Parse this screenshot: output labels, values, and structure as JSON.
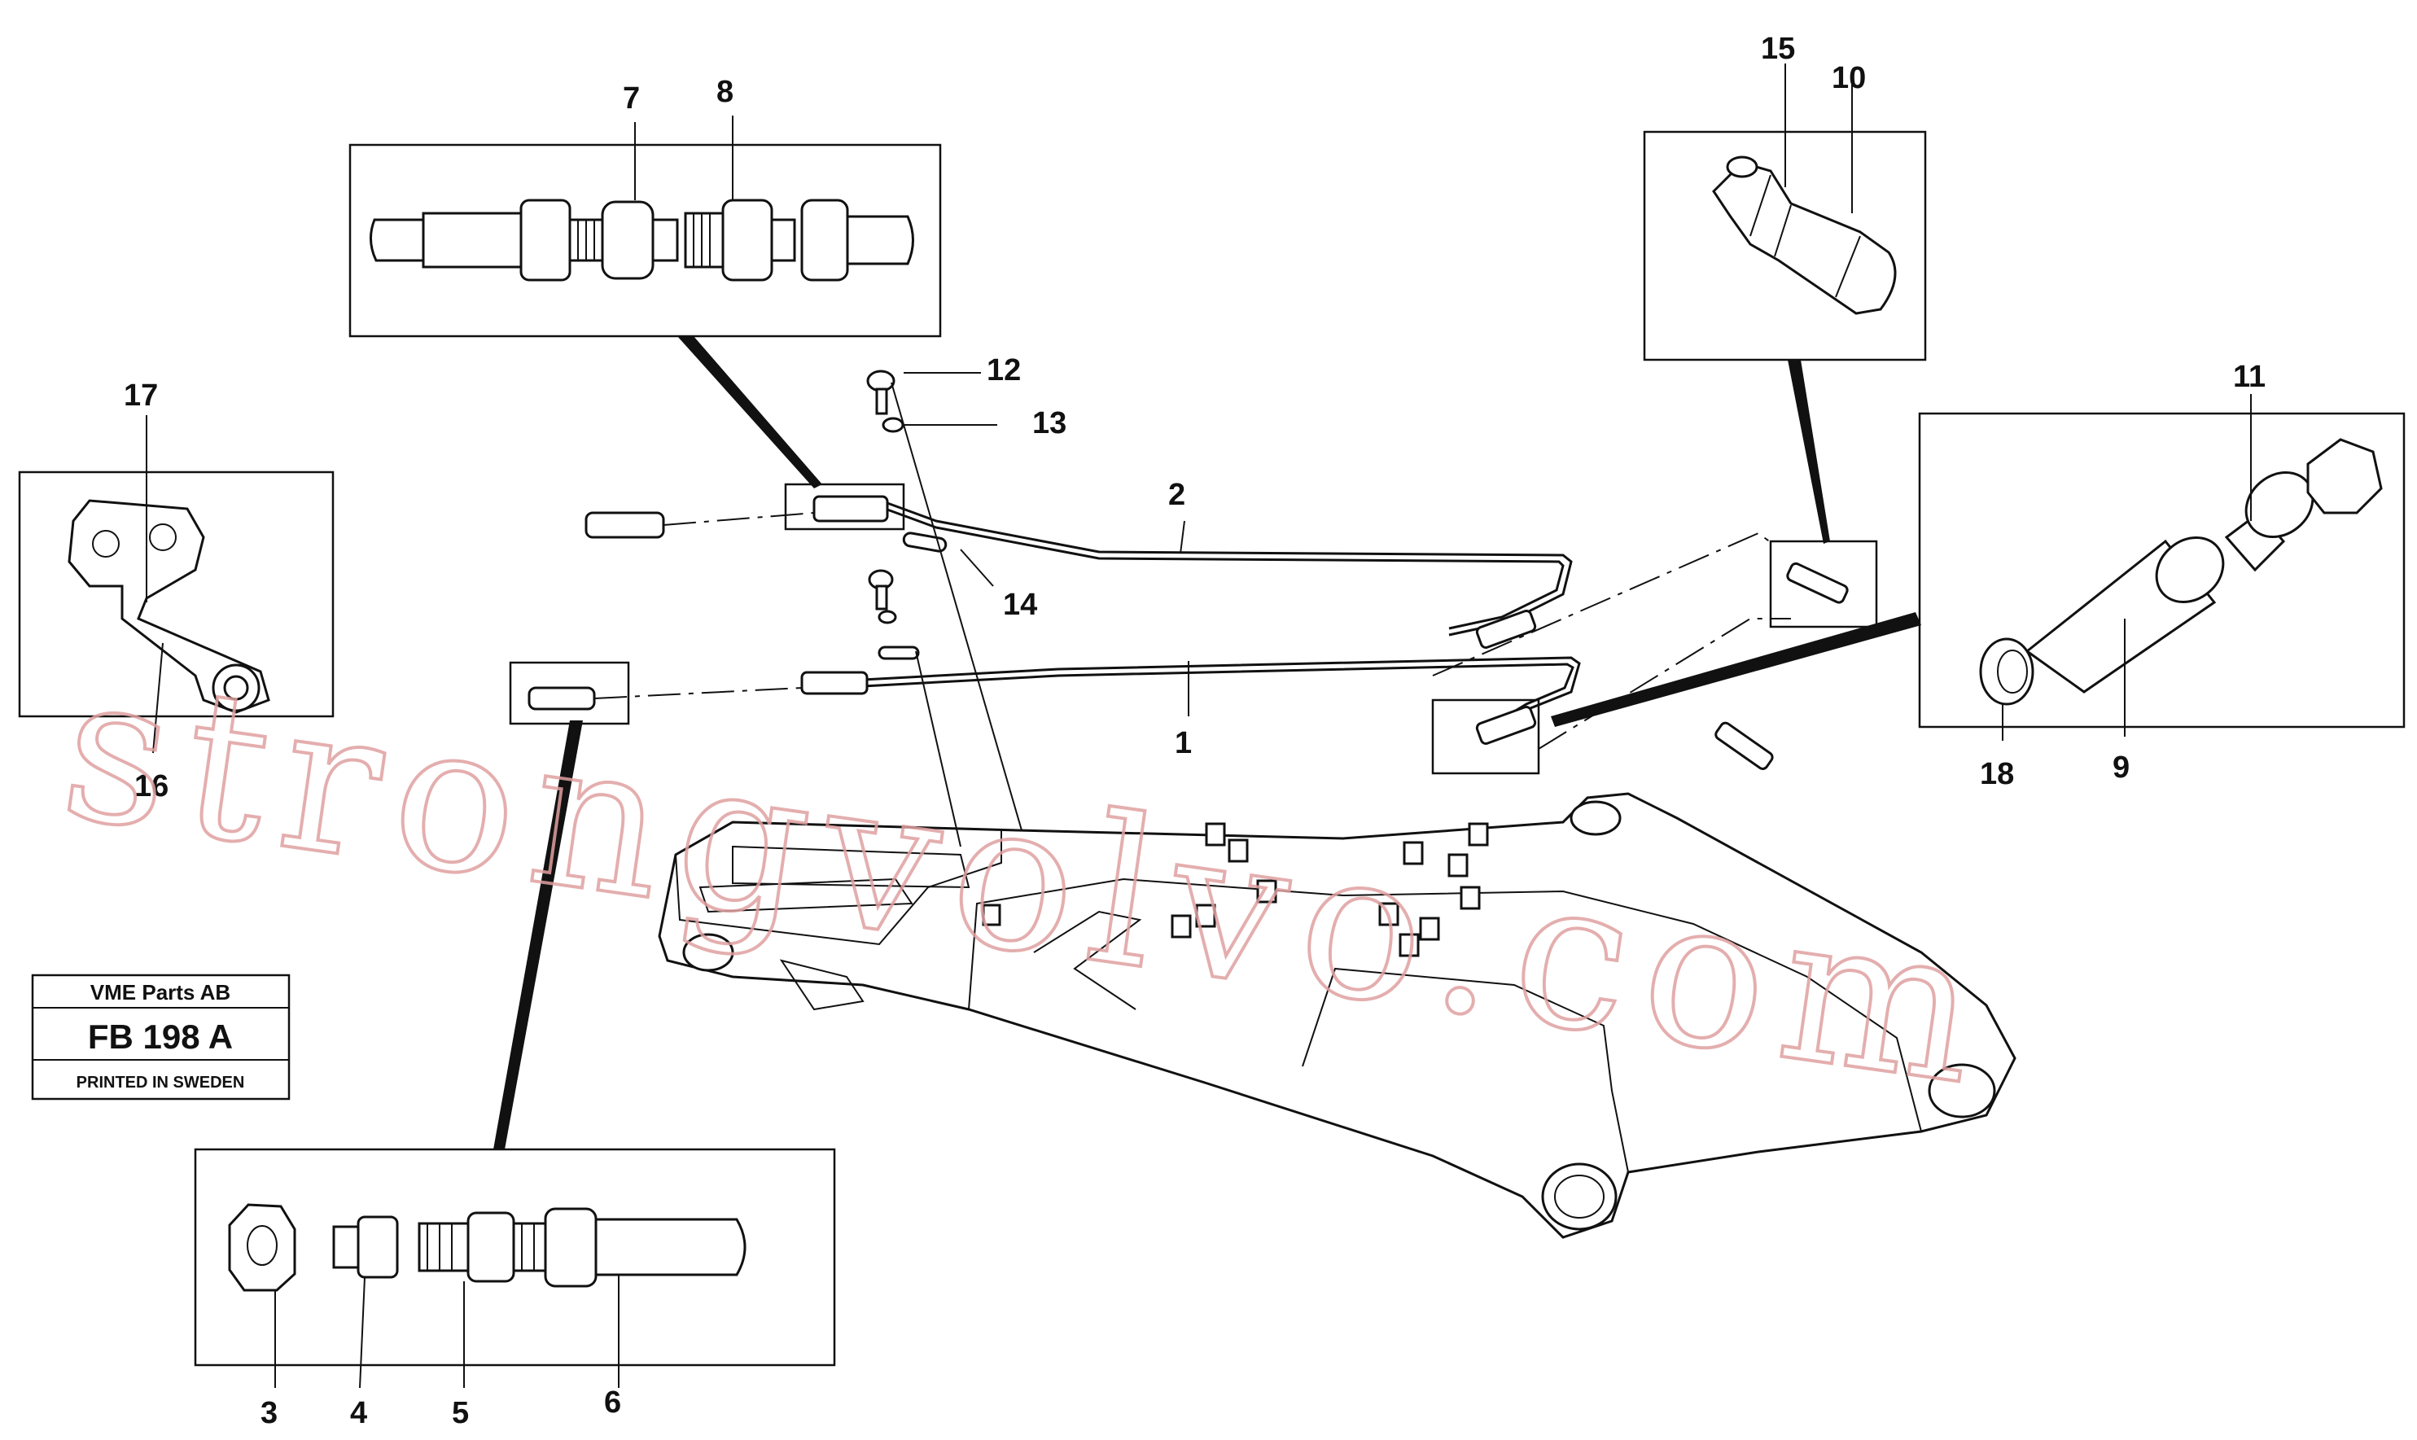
{
  "title_block": {
    "company": "VME Parts AB",
    "drawing_number": "FB 198 A",
    "footer": "PRINTED IN SWEDEN"
  },
  "watermark": "strongvolvo.com",
  "callouts": [
    "1",
    "2",
    "3",
    "4",
    "5",
    "6",
    "7",
    "8",
    "9",
    "10",
    "11",
    "12",
    "13",
    "14",
    "15",
    "16",
    "17",
    "18"
  ]
}
